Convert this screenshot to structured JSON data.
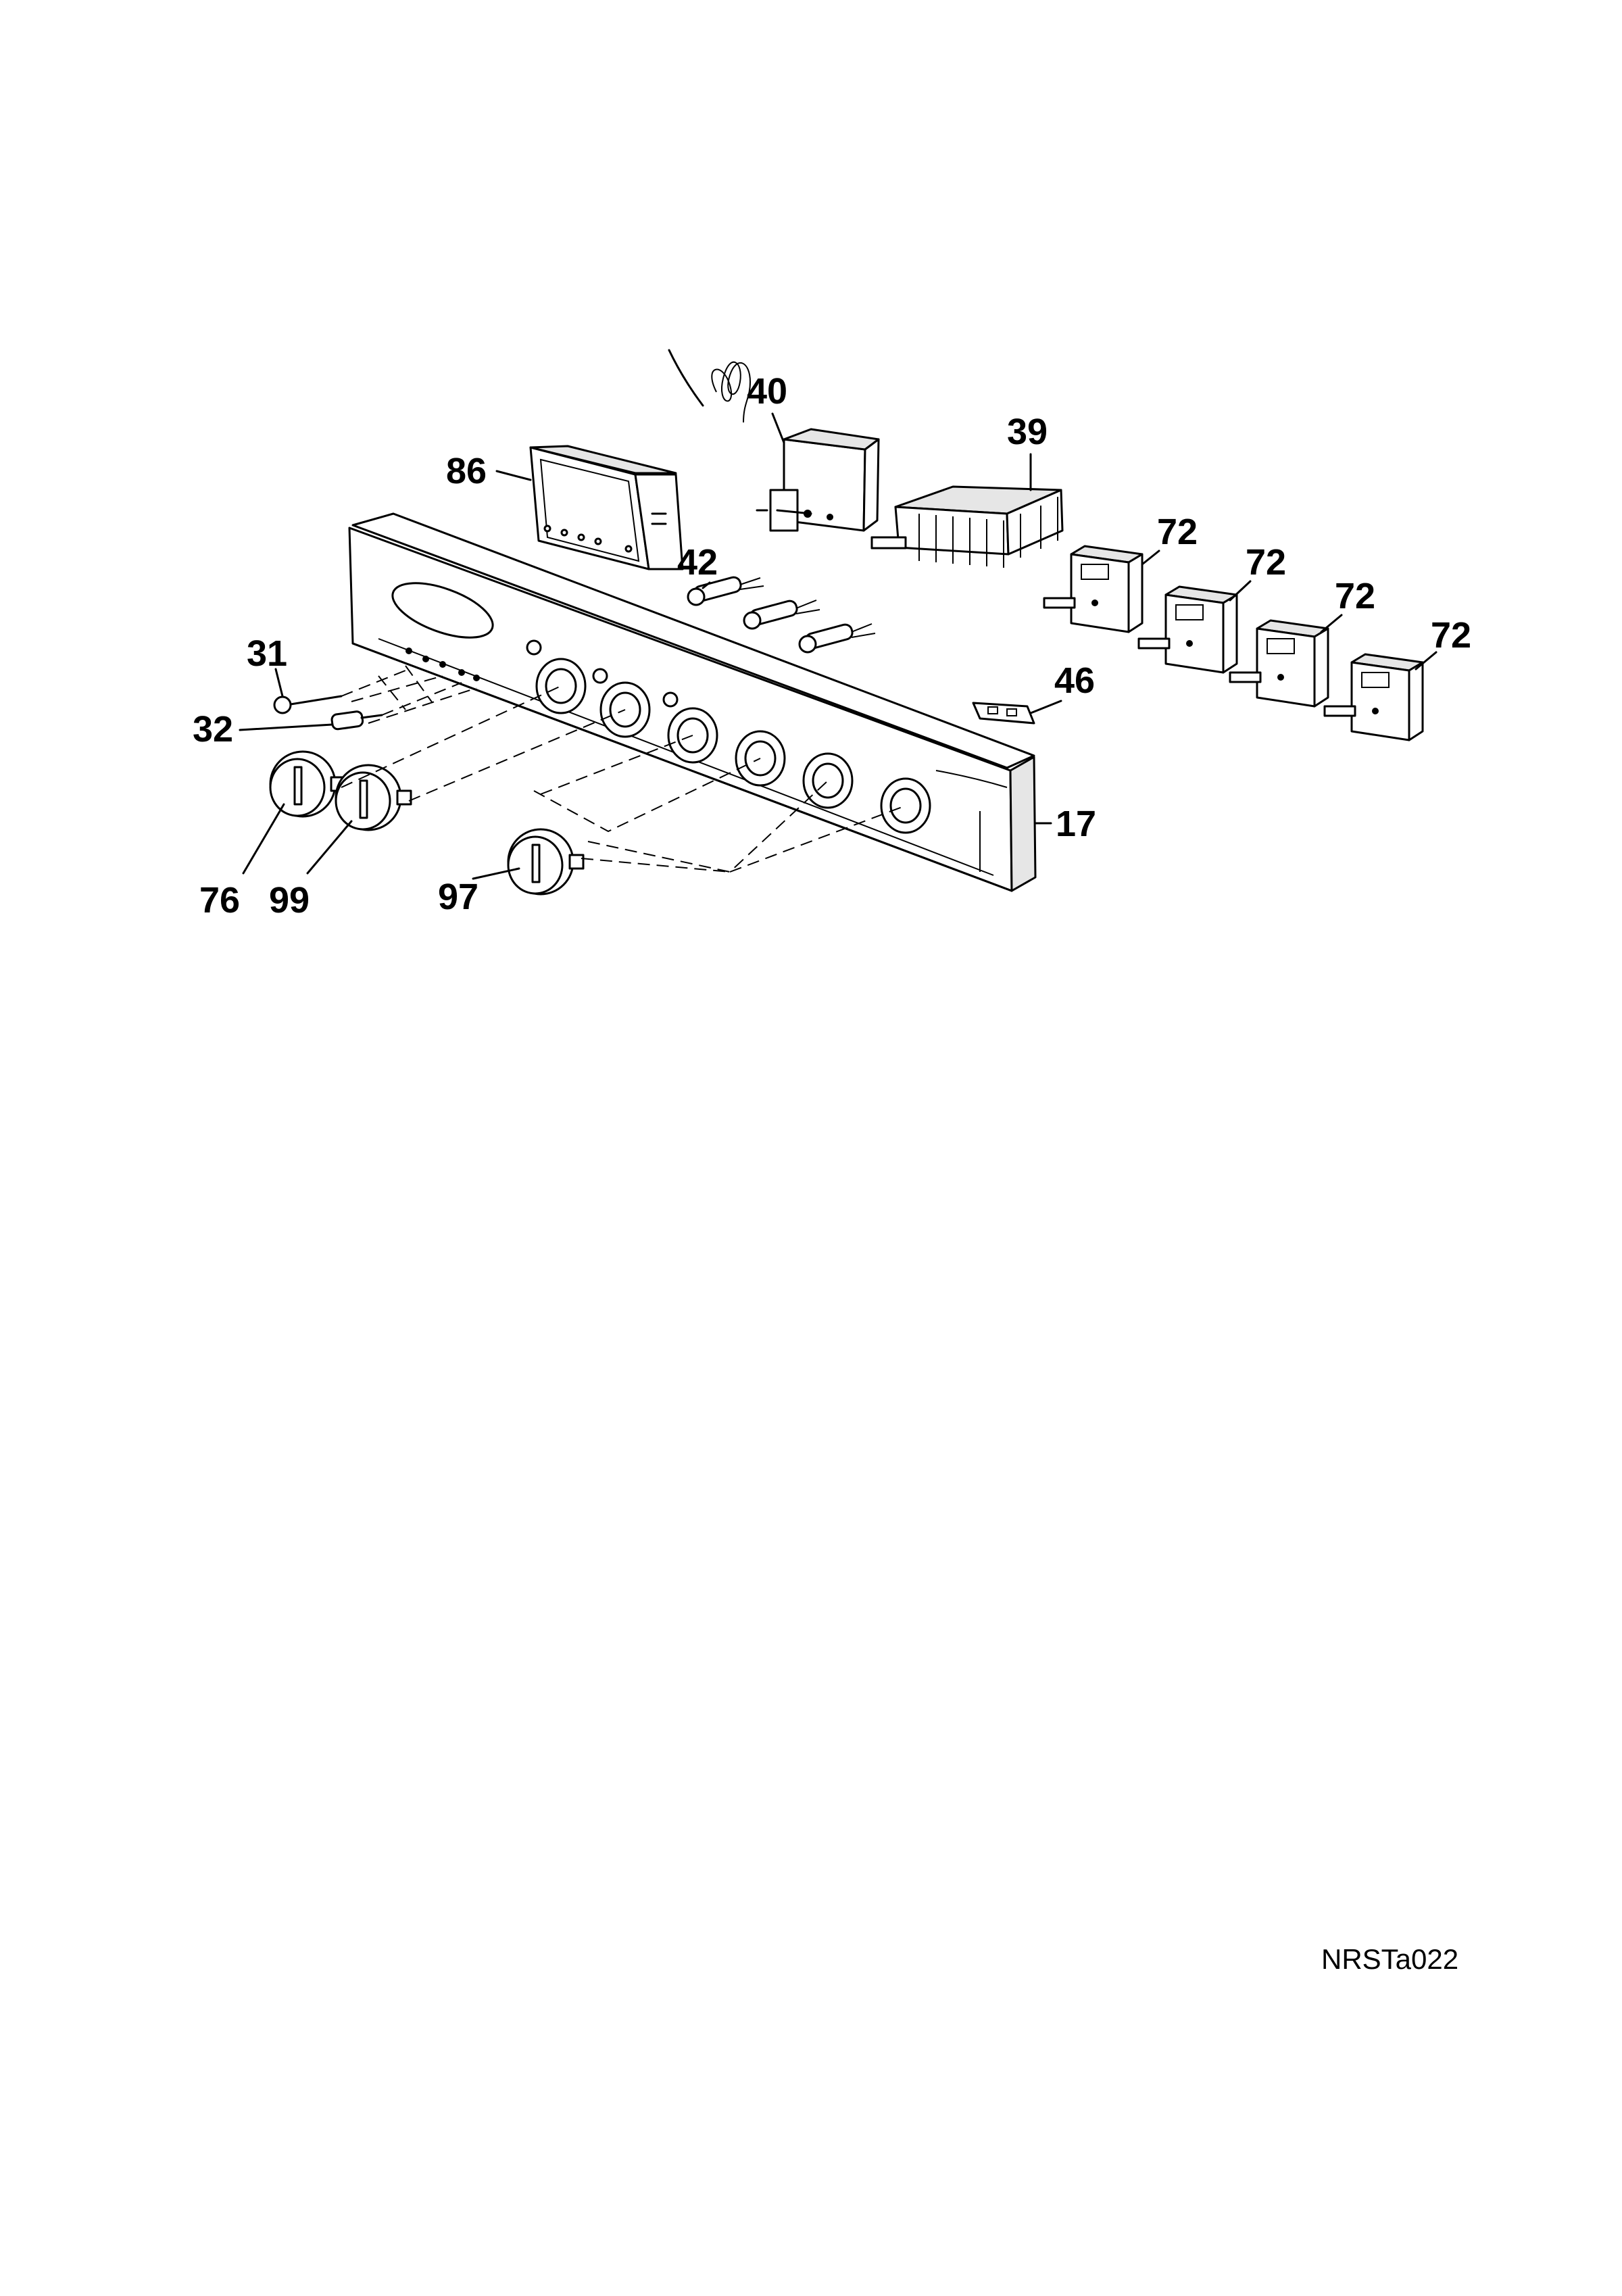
{
  "labels": {
    "p86": "86",
    "p40": "40",
    "p39": "39",
    "p42": "42",
    "p72a": "72",
    "p72b": "72",
    "p72c": "72",
    "p72d": "72",
    "p46": "46",
    "p31": "31",
    "p32": "32",
    "p17": "17",
    "p76": "76",
    "p99": "99",
    "p97": "97"
  },
  "reference_code": "NRSTa022"
}
